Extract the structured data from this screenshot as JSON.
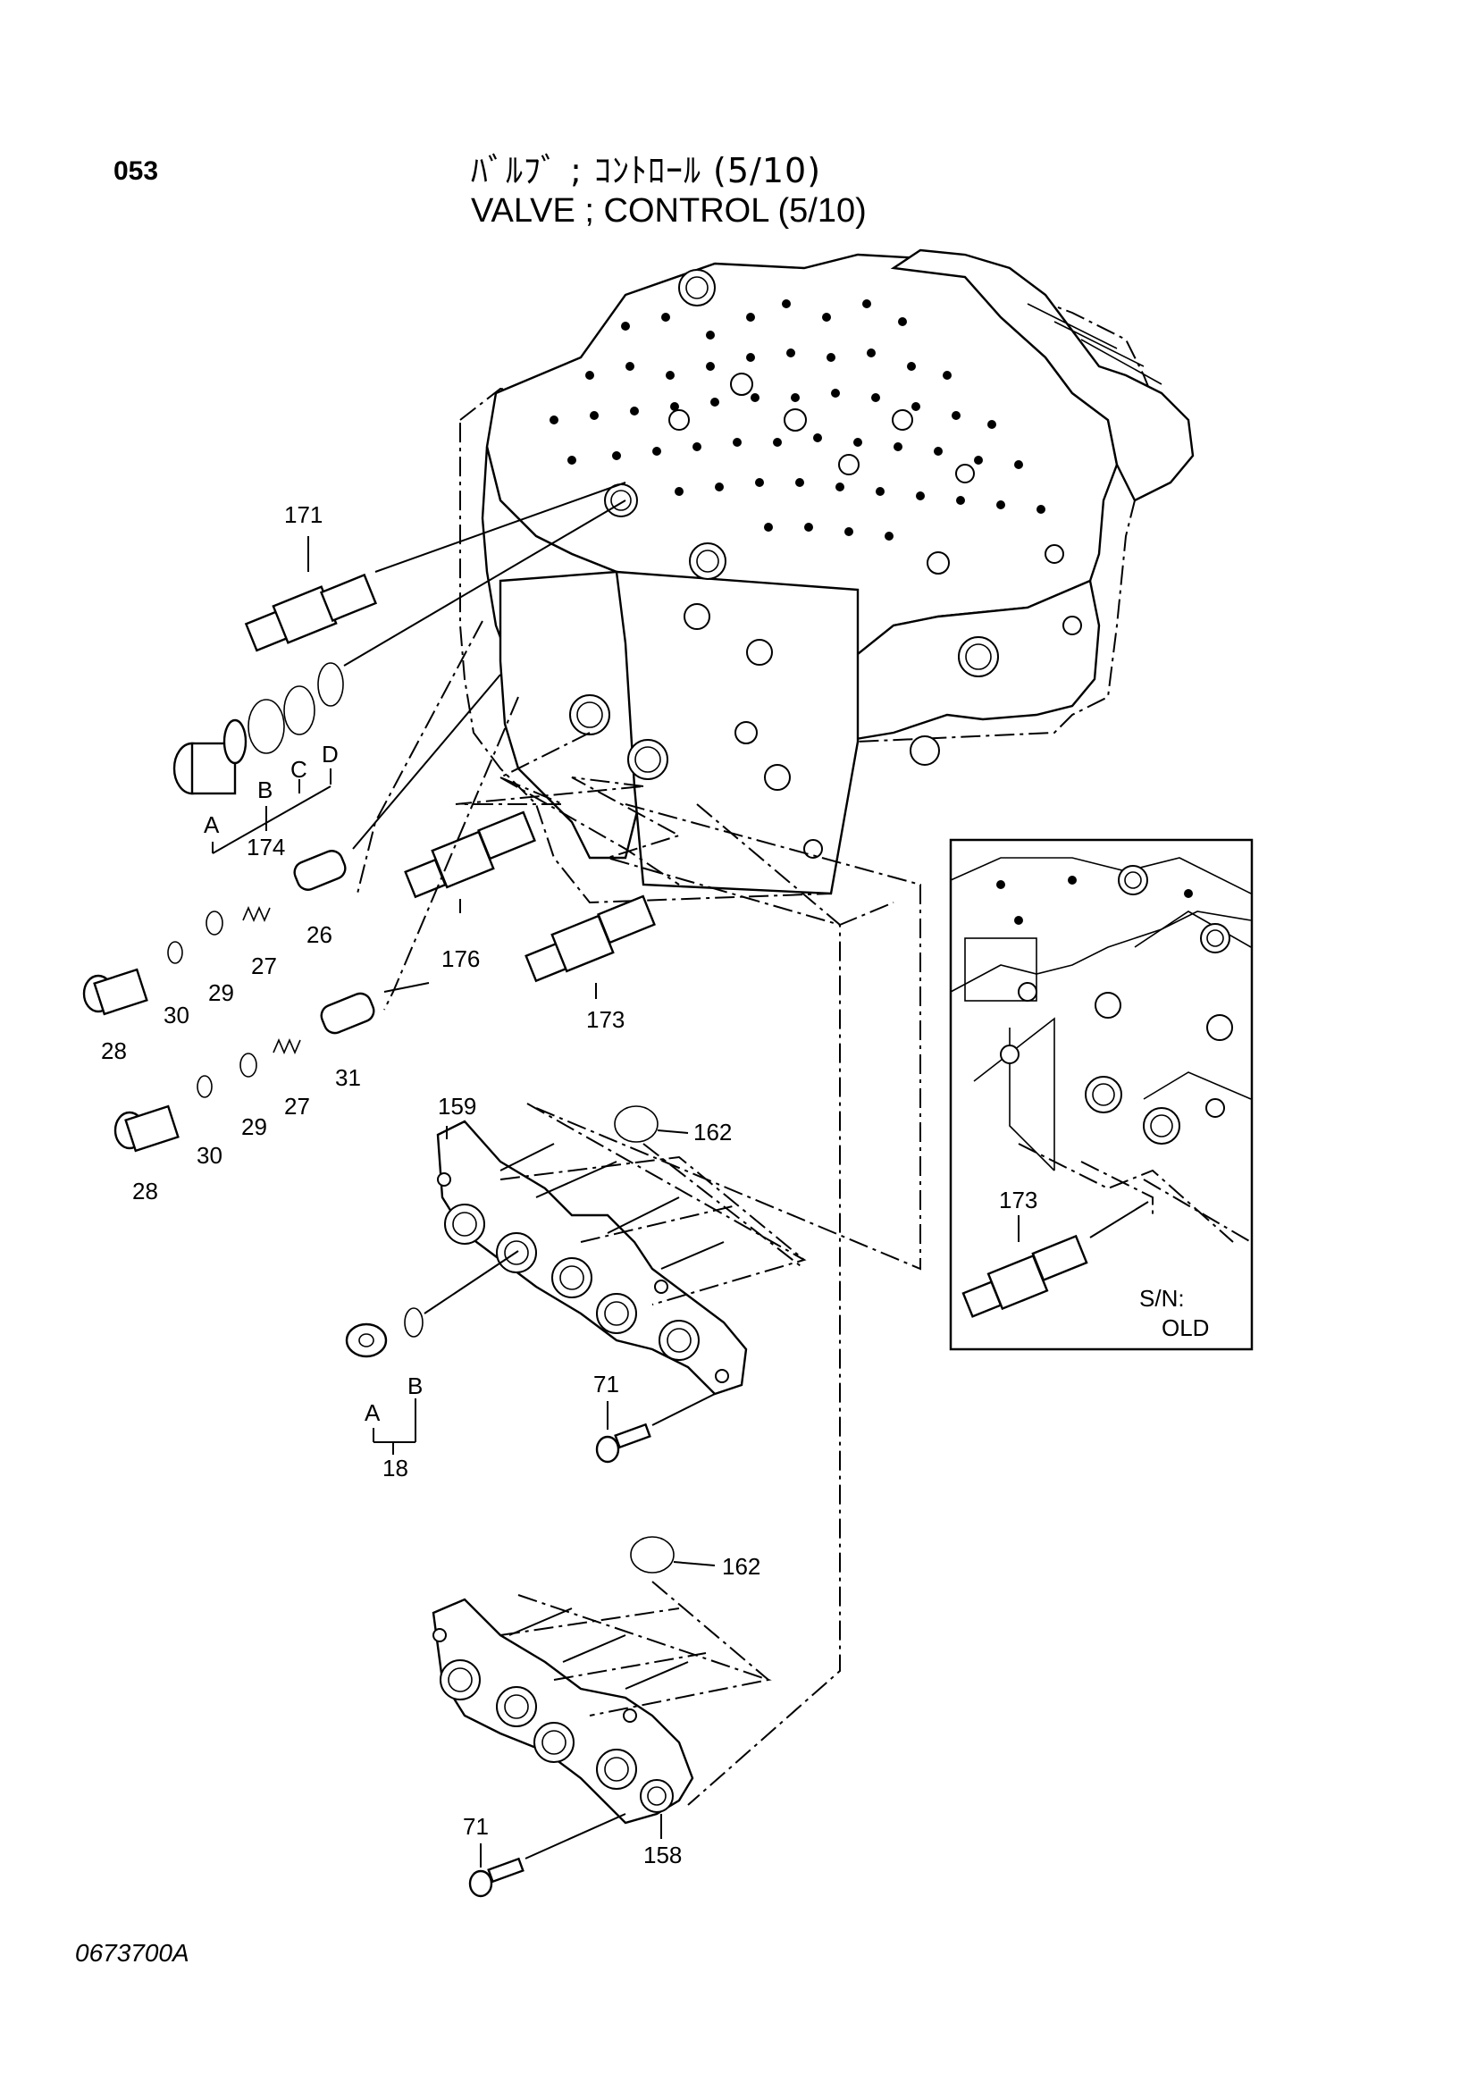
{
  "header": {
    "page_code": "053",
    "title_jp": "ﾊﾞﾙﾌﾞ ; ｺﾝﾄﾛｰﾙ (5/10)",
    "title_en": "VALVE ; CONTROL (5/10)"
  },
  "footer": {
    "drawing_number": "0673700A"
  },
  "callouts": {
    "p171": "171",
    "p174": "174",
    "p174_a": "A",
    "p174_b": "B",
    "p174_c": "C",
    "p174_d": "D",
    "p26": "26",
    "p27a": "27",
    "p29a": "29",
    "p30a": "30",
    "p28a": "28",
    "p31": "31",
    "p27b": "27",
    "p29b": "29",
    "p30b": "30",
    "p28b": "28",
    "p176": "176",
    "p173": "173",
    "p159": "159",
    "p162a": "162",
    "p18": "18",
    "p18_a": "A",
    "p18_b": "B",
    "p71a": "71",
    "p162b": "162",
    "p158": "158",
    "p71b": "71"
  },
  "inset": {
    "part_label": "173",
    "serial_label": "S/N:",
    "serial_value": "OLD"
  }
}
